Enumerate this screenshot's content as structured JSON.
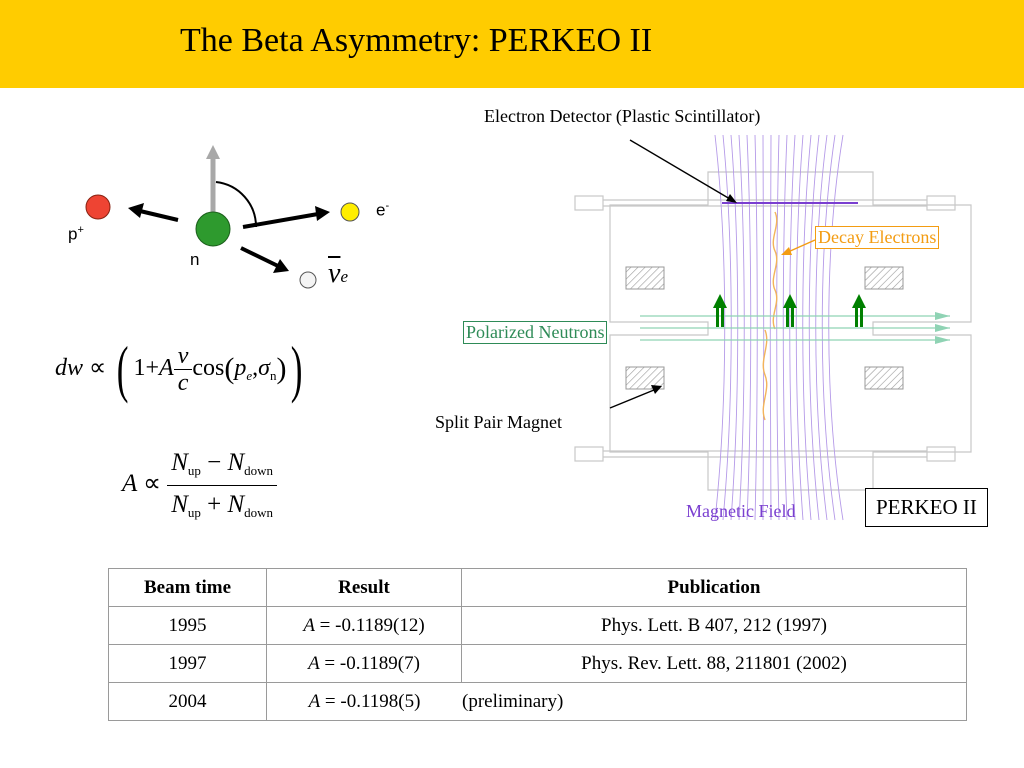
{
  "title": "The Beta Asymmetry: PERKEO II",
  "decay": {
    "neutron": "n",
    "proton": "p",
    "proton_charge": "+",
    "electron": "e",
    "electron_charge": "-",
    "antineutrino_symbol": "ν",
    "antineutrino_subscript": "e",
    "colors": {
      "neutron": "#2e9a2e",
      "proton": "#ee4433",
      "electron": "#ffee00",
      "antineutrino": "#f4f4f4"
    }
  },
  "formula1": {
    "dw": "dw",
    "prop": "∝",
    "one": "1",
    "plus": "+",
    "A": "A",
    "v": "v",
    "c": "c",
    "cos": "cos",
    "p": "p",
    "p_sub": "e",
    "comma": ",",
    "sigma": "σ",
    "sigma_sub": "n"
  },
  "formula2": {
    "A": "A",
    "prop": "∝",
    "N": "N",
    "up": "up",
    "down": "down",
    "minus": "−",
    "plus": "+"
  },
  "apparatus": {
    "electron_detector_label": "Electron Detector (Plastic Scintillator)",
    "decay_electrons_label": "Decay Electrons",
    "polarized_neutrons_label": "Polarized Neutrons",
    "split_pair_magnet_label": "Split Pair Magnet",
    "magnetic_field_label": "Magnetic Field",
    "perkeo_label": "PERKEO II",
    "colors": {
      "decay": "#f39c12",
      "neutrons": "#2e8b57",
      "field": "#7a3fd0",
      "arrow": "#008000"
    }
  },
  "table": {
    "headers": [
      "Beam time",
      "Result",
      "Publication"
    ],
    "rows": [
      {
        "year": "1995",
        "var": "A",
        "result": " = -0.1189(12)",
        "publication": "Phys. Lett. B 407, 212 (1997)"
      },
      {
        "year": "1997",
        "var": "A",
        "result": " = -0.1189(7)",
        "publication": "Phys. Rev. Lett. 88, 211801 (2002)"
      },
      {
        "year": "2004",
        "var": "A",
        "result": " = -0.1198(5)",
        "publication": "(preliminary)"
      }
    ]
  }
}
